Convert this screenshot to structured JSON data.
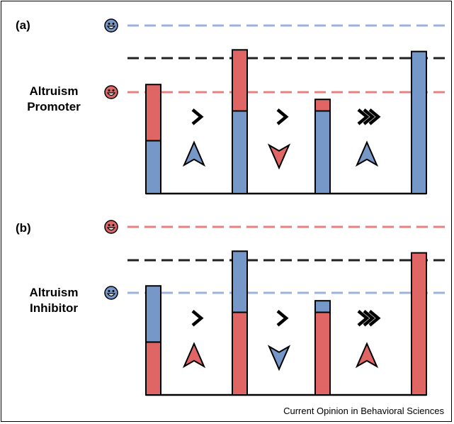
{
  "colors": {
    "blue": "#7598c9",
    "red": "#e06666",
    "blue_line": "#9bb3dc",
    "red_line": "#e88080",
    "black": "#000000"
  },
  "panels": [
    {
      "label": "(a)",
      "side_label_line1": "Altruism",
      "side_label_line2": "Promoter",
      "top_face": "happy-blue",
      "mid_face": "happy-red",
      "bars": [
        {
          "bottom_color": "blue",
          "bottom_level": 0.32,
          "top_color": "red",
          "top_level": 0.66
        },
        {
          "bottom_color": "blue",
          "bottom_level": 0.5,
          "top_color": "red",
          "top_level": 0.87
        },
        {
          "bottom_color": "blue",
          "bottom_level": 0.5,
          "top_color": "red",
          "top_level": 0.57
        },
        {
          "bottom_color": "blue",
          "bottom_level": 0.86,
          "top_color": "red",
          "top_level": 0.86
        }
      ],
      "symbols": [
        {
          "chevrons": 1,
          "arrow": "up",
          "arrow_color": "blue"
        },
        {
          "chevrons": 1,
          "arrow": "down",
          "arrow_color": "red"
        },
        {
          "chevrons": 3,
          "arrow": "up",
          "arrow_color": "blue"
        }
      ]
    },
    {
      "label": "(b)",
      "side_label_line1": "Altruism",
      "side_label_line2": "Inhibitor",
      "top_face": "happy-red",
      "mid_face": "happy-blue",
      "bars": [
        {
          "bottom_color": "red",
          "bottom_level": 0.32,
          "top_color": "blue",
          "top_level": 0.66
        },
        {
          "bottom_color": "red",
          "bottom_level": 0.5,
          "top_color": "blue",
          "top_level": 0.87
        },
        {
          "bottom_color": "red",
          "bottom_level": 0.5,
          "top_color": "blue",
          "top_level": 0.57
        },
        {
          "bottom_color": "red",
          "bottom_level": 0.86,
          "top_color": "blue",
          "top_level": 0.86
        }
      ],
      "symbols": [
        {
          "chevrons": 1,
          "arrow": "up",
          "arrow_color": "red"
        },
        {
          "chevrons": 1,
          "arrow": "down",
          "arrow_color": "blue"
        },
        {
          "chevrons": 3,
          "arrow": "up",
          "arrow_color": "red"
        }
      ]
    }
  ],
  "credit": "Current Opinion in Behavioral Sciences"
}
